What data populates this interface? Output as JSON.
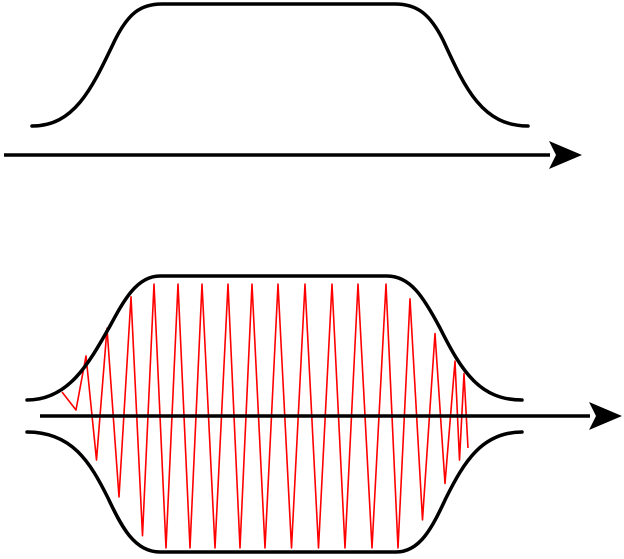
{
  "colors": {
    "stroke": "#000000",
    "signal": "#ff0000",
    "background": "#ffffff"
  },
  "top_panel": {
    "envelope": "smooth-plateau-pulse",
    "axis": "horizontal-arrow"
  },
  "bottom_panel": {
    "envelope": "symmetric-pulse-upper-and-lower",
    "carrier": "chirped-oscillation",
    "carrier_peak_count": 17,
    "axis": "horizontal-arrow"
  }
}
